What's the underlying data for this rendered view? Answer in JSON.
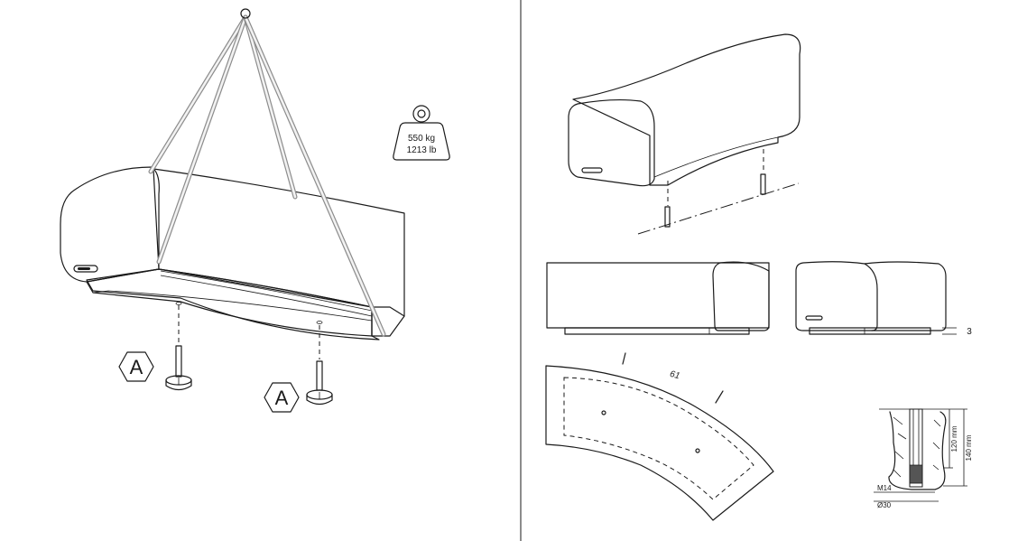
{
  "weight_badge": {
    "kg": "550 kg",
    "lb": "1213 lb"
  },
  "anchor_label": "A",
  "gap_dimension": "3",
  "plan_dimension": "61",
  "anchor_detail": {
    "depth_1": "120 mm",
    "depth_2": "140 mm",
    "thread": "M14",
    "diameter": "Ø30"
  }
}
